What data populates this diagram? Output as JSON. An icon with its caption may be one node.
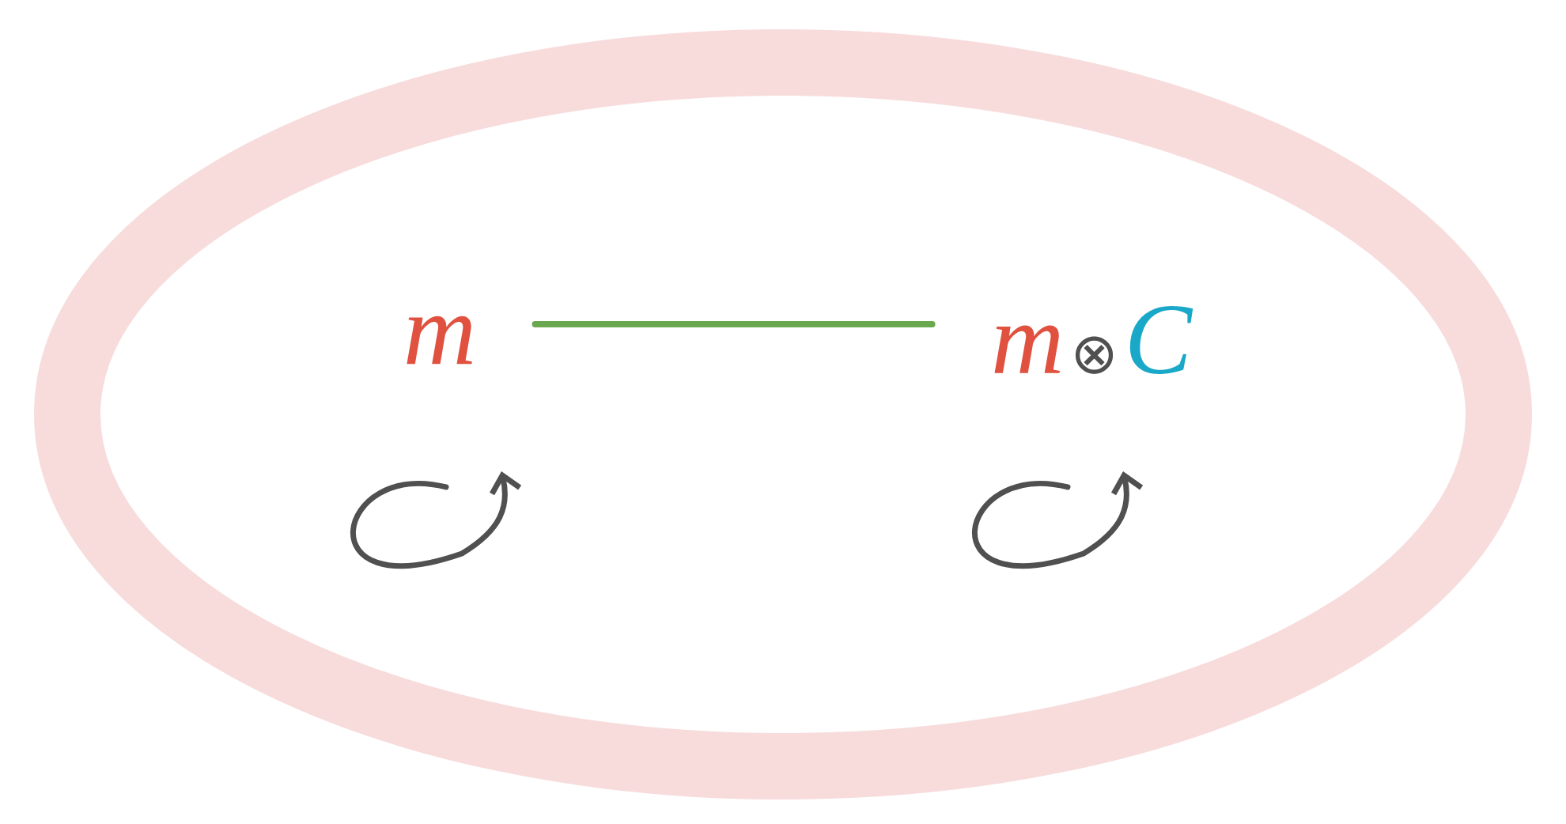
{
  "diagram": {
    "nodes": [
      {
        "text": [],
        "shape": "circle"
      },
      {
        "text": [
          "m"
        ],
        "in": 0
      },
      {
        "text": [
          "m",
          "⊗",
          "C"
        ],
        "in": 0
      }
    ],
    "edges": [
      {
        "from": 1,
        "to": 2,
        "arrow": "none",
        "color": "#6aa84f"
      }
    ]
  }
}
